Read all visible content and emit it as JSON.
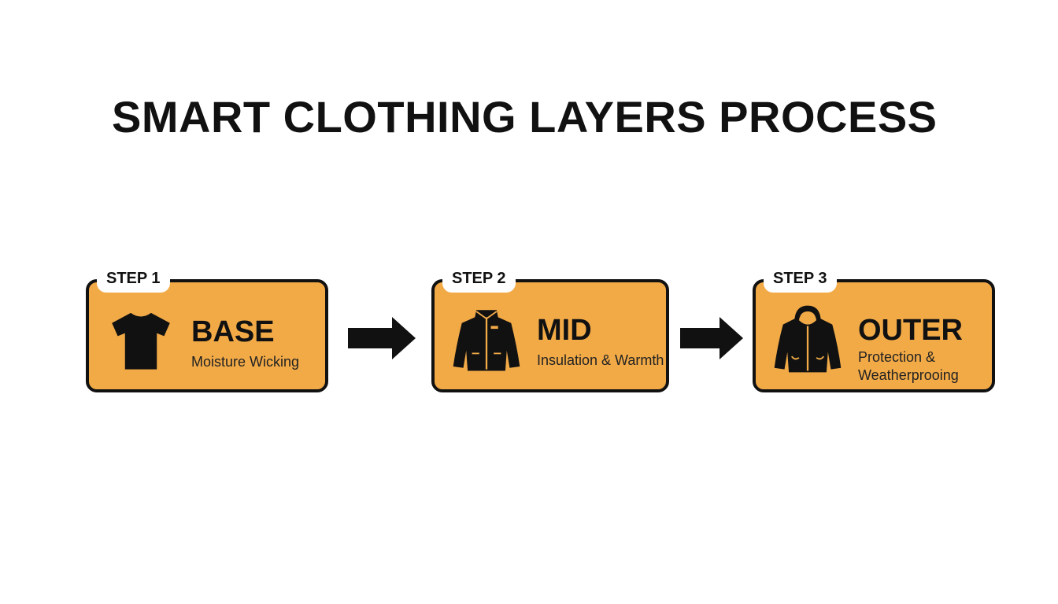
{
  "title": "SMART CLOTHING LAYERS PROCESS",
  "colors": {
    "card_fill": "#F2AA47",
    "outline": "#111111",
    "background": "#FFFFFF"
  },
  "steps": [
    {
      "tag": "STEP 1",
      "heading": "BASE",
      "description": "Moisture Wicking",
      "icon": "t-shirt-icon"
    },
    {
      "tag": "STEP 2",
      "heading": "MID",
      "description": "Insulation & Warmth",
      "icon": "jacket-icon"
    },
    {
      "tag": "STEP 3",
      "heading": "OUTER",
      "description": "Protection & Weatherprooing",
      "icon": "hooded-coat-icon"
    }
  ],
  "arrows": [
    "right-arrow-icon",
    "right-arrow-icon"
  ]
}
